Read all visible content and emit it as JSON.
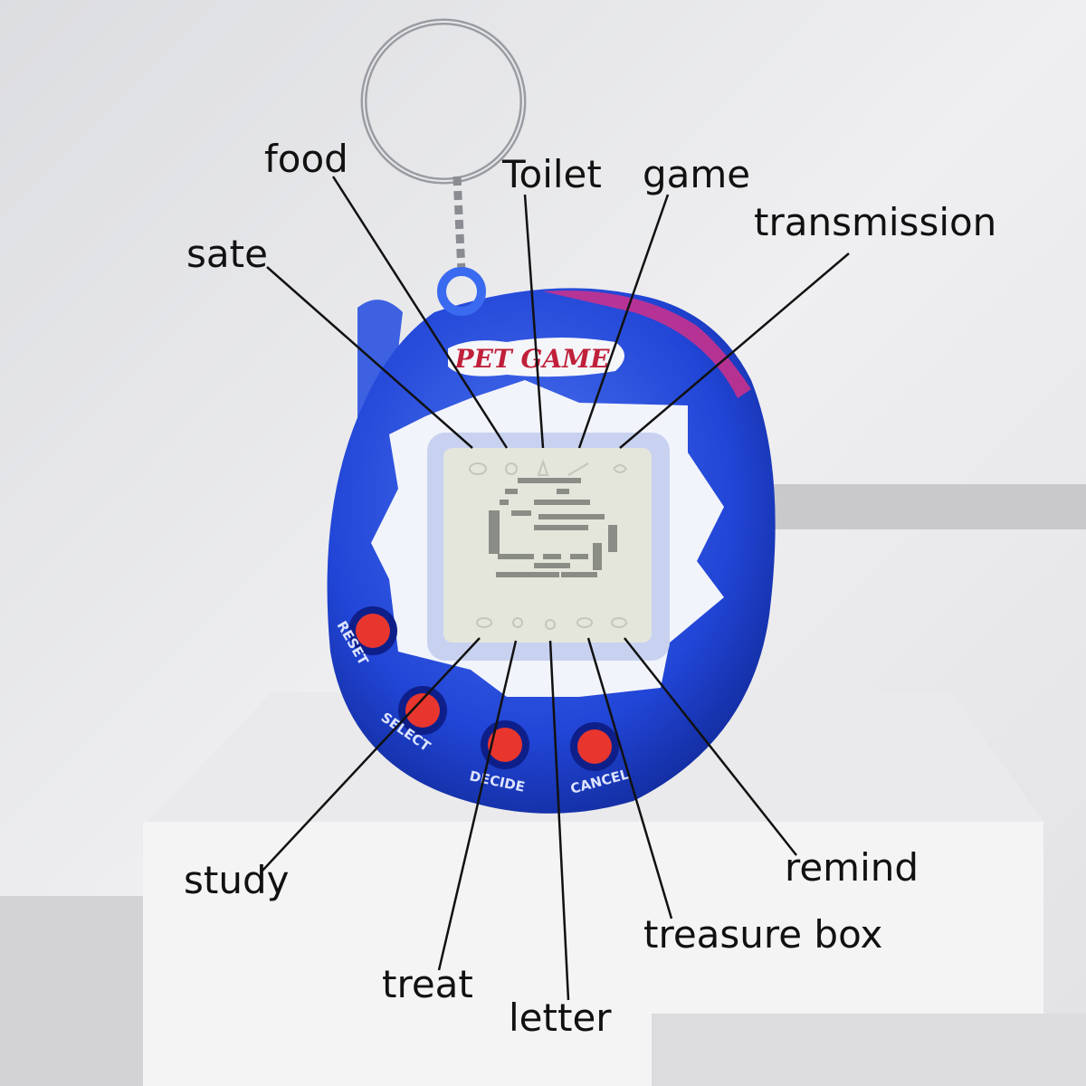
{
  "device": {
    "brand_logo": "PET GAME",
    "buttons": [
      "RESET",
      "SELECT",
      "DECIDE",
      "CANCEL"
    ],
    "colors": {
      "shell": "#1f3fd0",
      "shell_dark": "#0e1f8a",
      "accent_pink": "#d0308a",
      "button": "#e8362e",
      "screen": "#e4e6dc",
      "logo_text": "#c0203a"
    }
  },
  "labels": {
    "top": [
      "food",
      "sate",
      "Toilet",
      "game",
      "transmission"
    ],
    "bottom": [
      "study",
      "treat",
      "letter",
      "treasure box",
      "remind"
    ]
  }
}
